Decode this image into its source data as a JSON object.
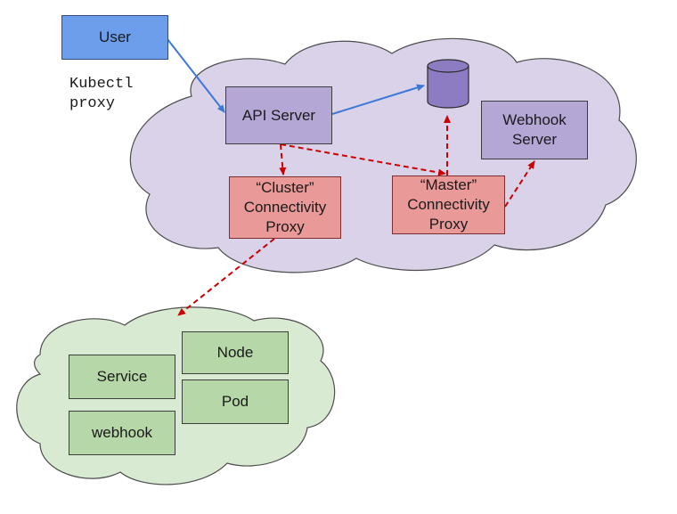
{
  "nodes": {
    "user": "User",
    "kubectl_proxy": "Kubectl\nproxy",
    "api_server": "API Server",
    "webhook_server": "Webhook\nServer",
    "cluster_proxy": "“Cluster”\nConnectivity\nProxy",
    "master_proxy": "“Master”\nConnectivity\nProxy",
    "node": "Node",
    "service": "Service",
    "pod": "Pod",
    "webhook": "webhook"
  },
  "colors": {
    "master_cloud": "#d9d2e9",
    "cluster_cloud": "#d9ead3",
    "user_box": "#6d9eeb",
    "purple_box": "#b4a7d6",
    "red_box": "#ea9999",
    "green_box": "#b6d7a8",
    "blue_arrow": "#3c78d8",
    "red_arrow": "#cc0000",
    "database": "#8e7cc3"
  }
}
